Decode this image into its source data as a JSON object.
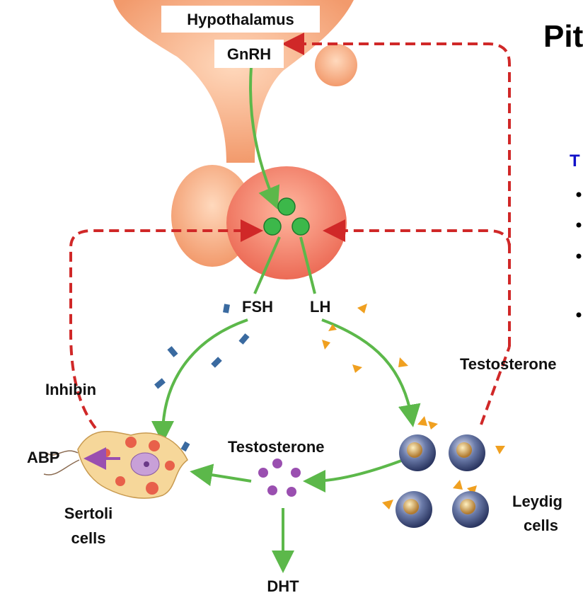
{
  "slide": {
    "title_fragment": "Pit",
    "subheading_fragment": "T",
    "bullet_count": 4
  },
  "diagram": {
    "labels": {
      "hypothalamus": "Hypothalamus",
      "gnrh": "GnRH",
      "fsh": "FSH",
      "lh": "LH",
      "inhibin": "Inhibin",
      "testosterone_feedback": "Testosterone",
      "testosterone_center": "Testosterone",
      "abp": "ABP",
      "sertoli_line1": "Sertoli",
      "sertoli_line2": "cells",
      "leydig_line1": "Leydig",
      "leydig_line2": "cells",
      "dht": "DHT"
    },
    "colors": {
      "stimulation_arrow": "#5cb84a",
      "feedback_arrow": "#d02828",
      "fsh_particles": "#3a6aa0",
      "lh_particles": "#f0a020",
      "testosterone_particles": "#9a4fb0",
      "abp_arrow": "#9a4fb0",
      "pituitary_tissue": "#f7b48c",
      "subheading": "#1010c8"
    }
  }
}
